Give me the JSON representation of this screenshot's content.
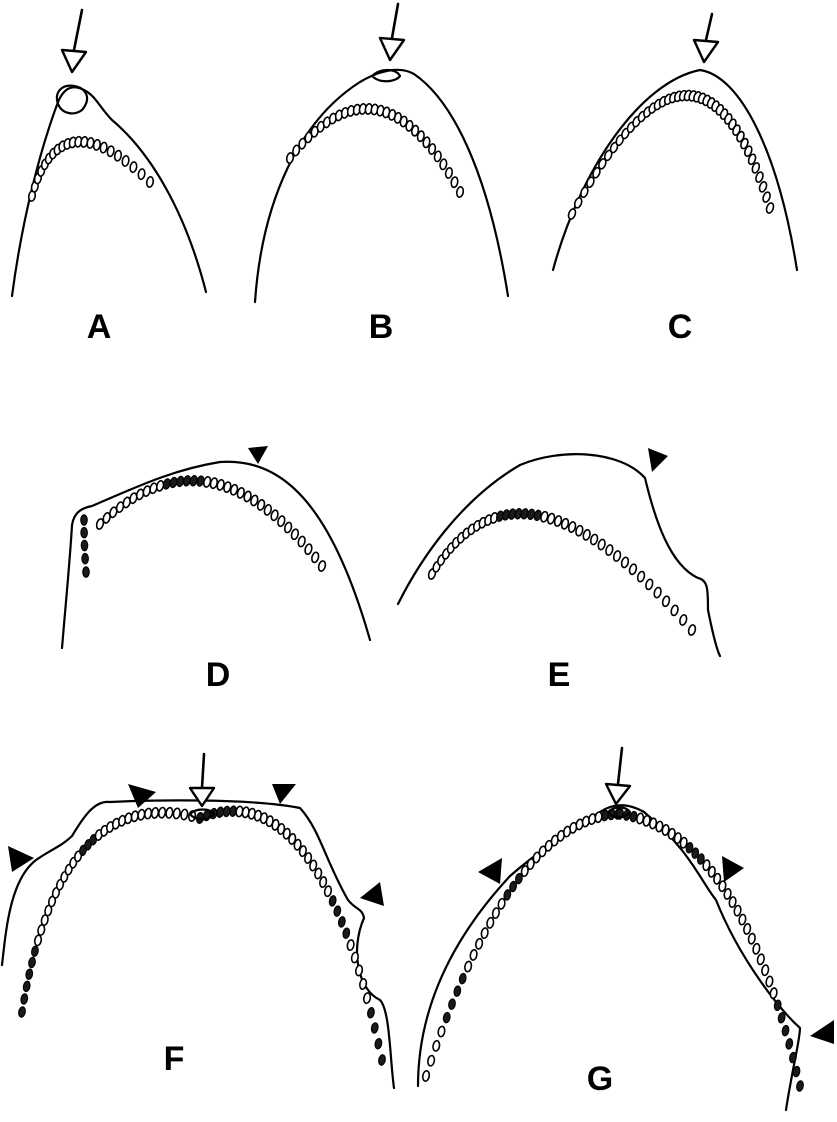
{
  "figure": {
    "panels": [
      {
        "id": "A",
        "label": "A"
      },
      {
        "id": "B",
        "label": "B"
      },
      {
        "id": "C",
        "label": "C"
      },
      {
        "id": "D",
        "label": "D"
      },
      {
        "id": "E",
        "label": "E"
      },
      {
        "id": "F",
        "label": "F"
      },
      {
        "id": "G",
        "label": "G"
      }
    ]
  },
  "colors": {
    "ink": "#000000",
    "background": "#ffffff"
  },
  "markers": {
    "open_arrow_icon": "open-down-arrow-icon",
    "filled_arrowhead_icon": "filled-arrowhead-icon"
  }
}
